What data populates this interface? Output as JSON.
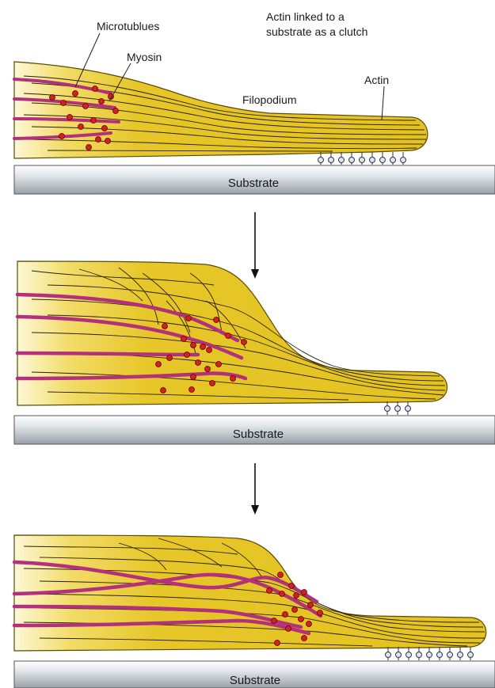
{
  "labels": {
    "microtubules": "Microtublues",
    "myosin": "Myosin",
    "clutch_line1": "Actin linked to a",
    "clutch_line2": "substrate as a clutch",
    "actin": "Actin",
    "filopodium": "Filopodium"
  },
  "substrate_label": "Substrate",
  "panel_count": 3,
  "clutch_counts": [
    9,
    3,
    9
  ],
  "colors": {
    "cytoplasm": "#e6c628",
    "cytoplasm_light": "#fbf3c2",
    "microtubule": "#b2307c",
    "myosin": "#d62020",
    "substrate_top": "#f2f4f6",
    "substrate_bottom": "#9aa1a8"
  }
}
